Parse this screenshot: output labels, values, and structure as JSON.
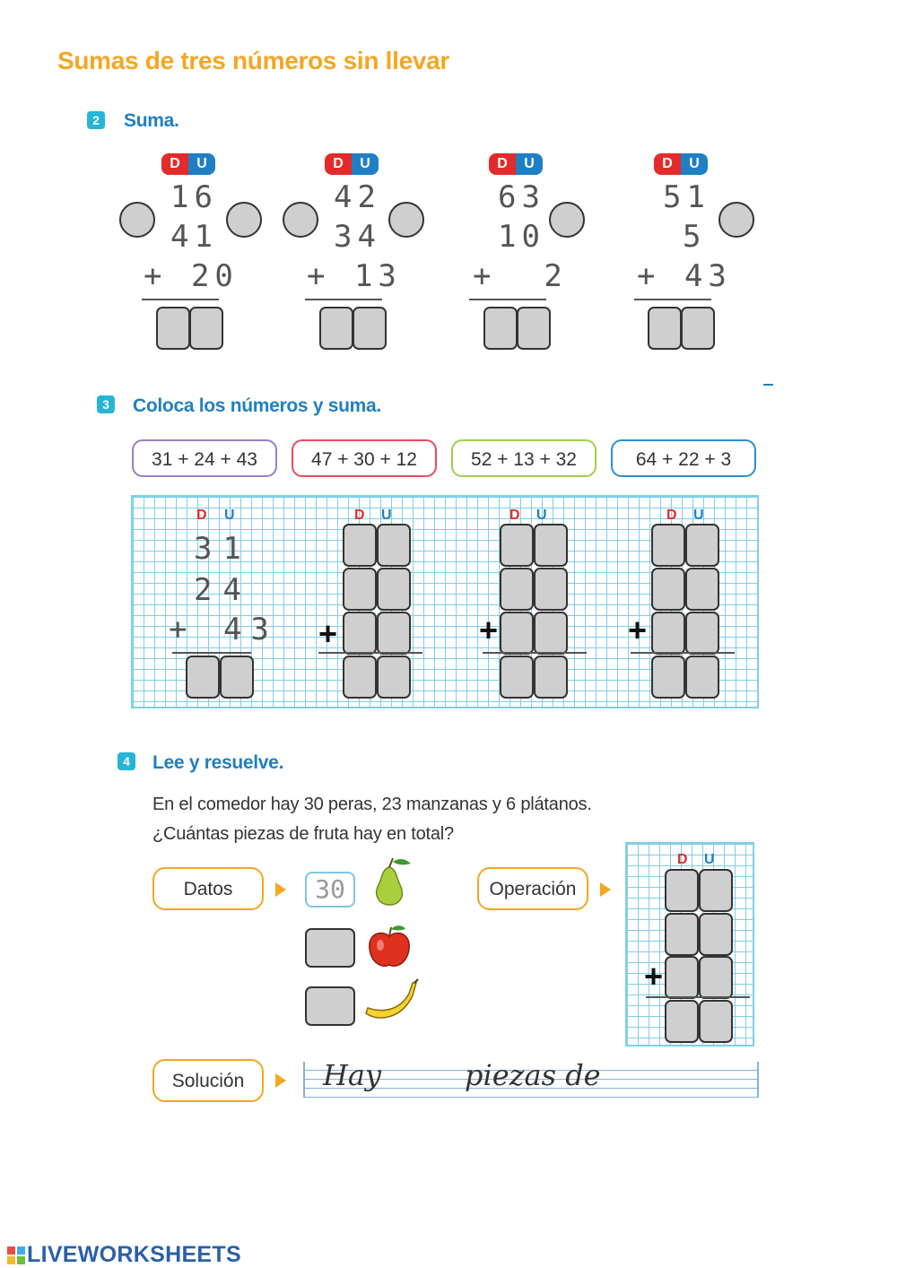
{
  "page": {
    "title": "Sumas de tres números sin llevar"
  },
  "labels": {
    "d": "D",
    "u": "U",
    "plus": "+"
  },
  "sec2": {
    "num": "2",
    "title": "Suma.",
    "problems": [
      {
        "a": "16",
        "b": "41",
        "c": "+ 20"
      },
      {
        "a": "42",
        "b": "34",
        "c": "+ 13"
      },
      {
        "a": "63",
        "b": "10",
        "c": "+  2"
      },
      {
        "a": "51",
        "b": "5",
        "c": "+ 43"
      }
    ]
  },
  "sec3": {
    "num": "3",
    "title": "Coloca los números y suma.",
    "expressions": [
      "31 + 24 + 43",
      "47 + 30 + 12",
      "52 + 13 + 32",
      "64 + 22 + 3"
    ],
    "example": {
      "a": "31",
      "b": "24",
      "c": "+ 43"
    },
    "colors": {
      "purple": "#9b7fc4",
      "red": "#e84c5a",
      "green": "#9bd24a",
      "blue": "#2a8fd0"
    }
  },
  "sec4": {
    "num": "4",
    "title": "Lee y resuelve.",
    "line1": "En el comedor hay 30 peras, 23 manzanas y 6 plátanos.",
    "line2": "¿Cuántas piezas de fruta hay en total?",
    "datos": "Datos",
    "operacion": "Operación",
    "solucion": "Solución",
    "pear_value": "30",
    "hay": "Hay",
    "piezas": "piezas de"
  },
  "footer": {
    "logo": "LIVEWORKSHEETS"
  }
}
